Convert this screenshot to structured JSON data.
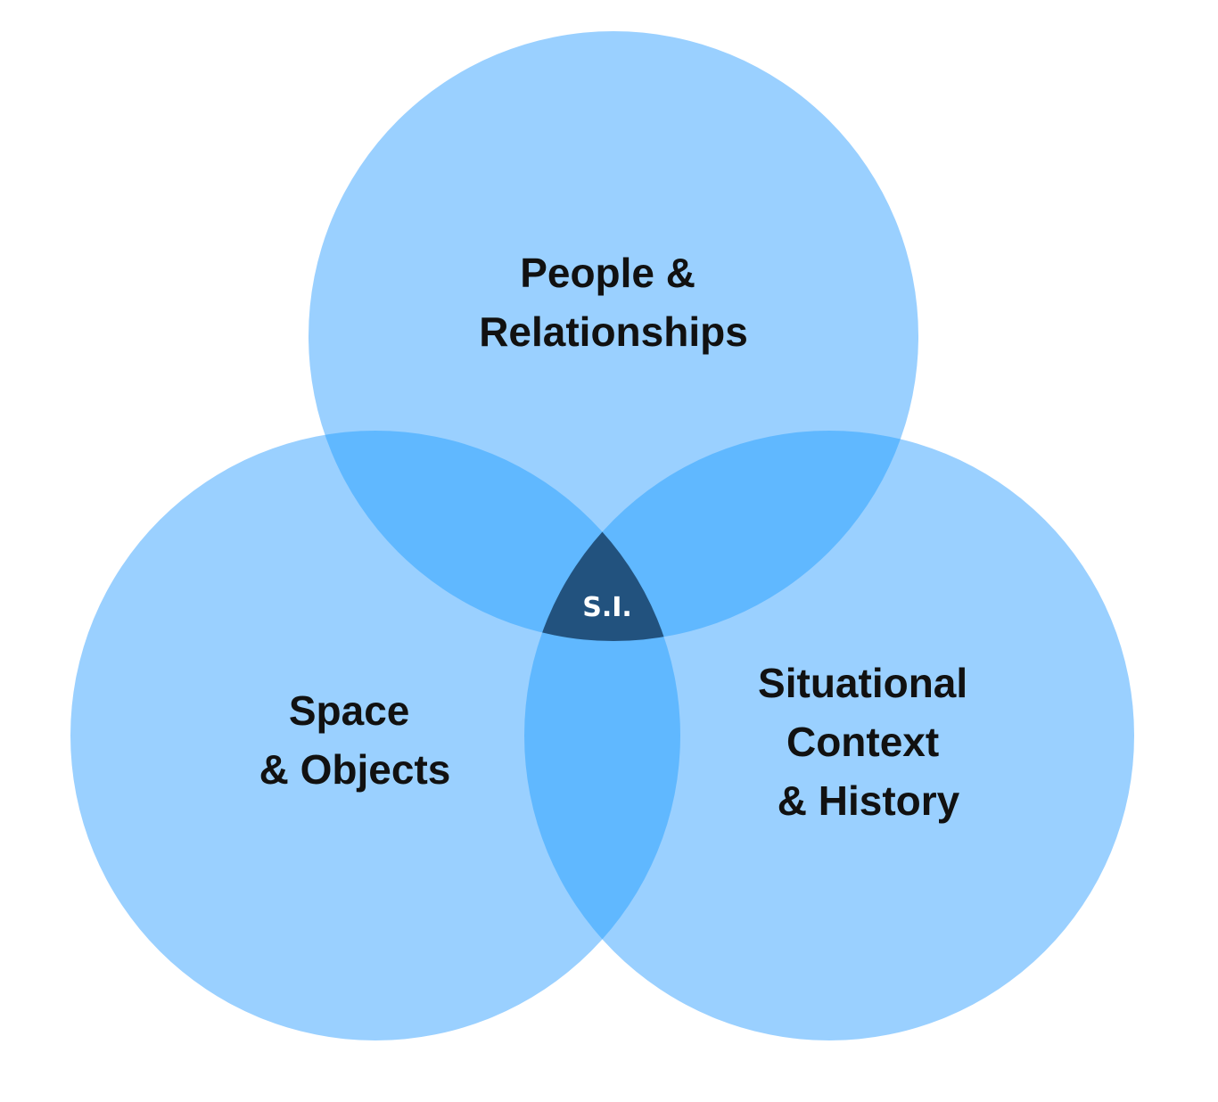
{
  "diagram": {
    "type": "venn",
    "colors": {
      "circle": "#9AD0FF",
      "pair_overlap": "#60B8FF",
      "triple_overlap": "#22527E"
    },
    "circles": [
      {
        "id": "top",
        "label_lines": [
          "People &",
          "Relationships"
        ]
      },
      {
        "id": "left",
        "label_lines": [
          "Space",
          "& Objects"
        ]
      },
      {
        "id": "right",
        "label_lines": [
          "Situational",
          "Context",
          "& History"
        ]
      }
    ],
    "center_label": "S.I."
  }
}
